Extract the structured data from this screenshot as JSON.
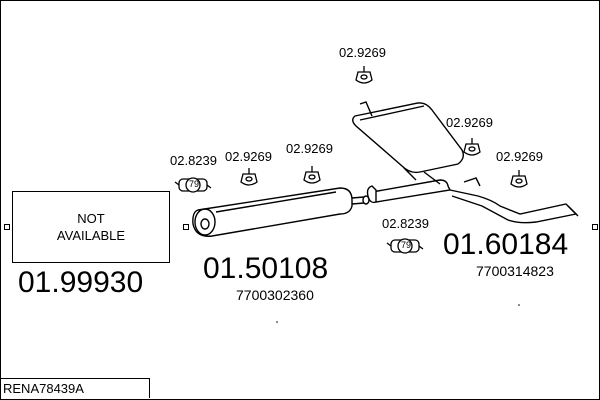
{
  "parts": {
    "not_available": {
      "line1": "NOT",
      "line2": "AVAILABLE",
      "code": "01.99930"
    },
    "middle_silencer": {
      "code": "01.50108",
      "oem": "7700302360"
    },
    "rear_silencer": {
      "code": "01.60184",
      "oem": "7700314823"
    },
    "clamp_labels": {
      "left": "02.8239",
      "right": "02.8239",
      "badge": "79"
    },
    "hanger_labels": {
      "h1": "02.9269",
      "h2": "02.9269",
      "h3": "02.9269",
      "h4": "02.9269",
      "h5": "02.9269"
    }
  },
  "reference": "RENA78439A"
}
